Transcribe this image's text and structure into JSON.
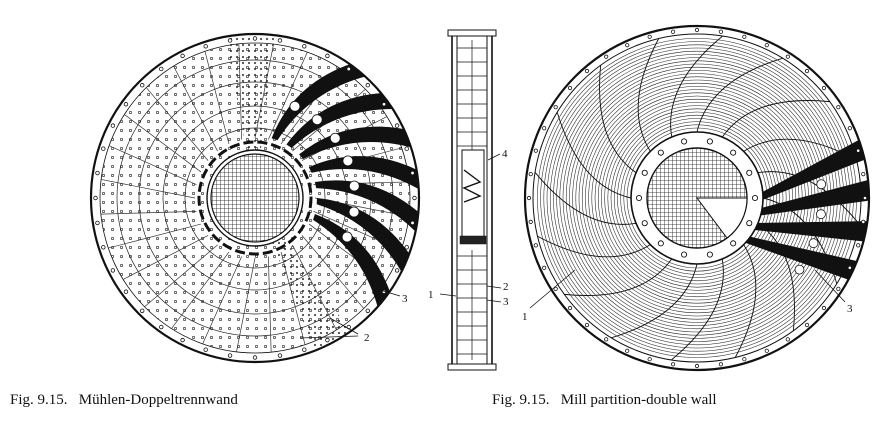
{
  "figure": {
    "left_disc": {
      "callouts": [
        "2",
        "3"
      ]
    },
    "side_section": {
      "callouts": [
        "4",
        "1",
        "2",
        "3"
      ]
    },
    "right_disc": {
      "callouts": [
        "1",
        "3"
      ]
    }
  },
  "captions": {
    "german": {
      "number": "Fig. 9.15.",
      "text": "Mühlen-Doppeltrennwand"
    },
    "english": {
      "number": "Fig. 9.15.",
      "text": "Mill partition-double wall"
    }
  }
}
